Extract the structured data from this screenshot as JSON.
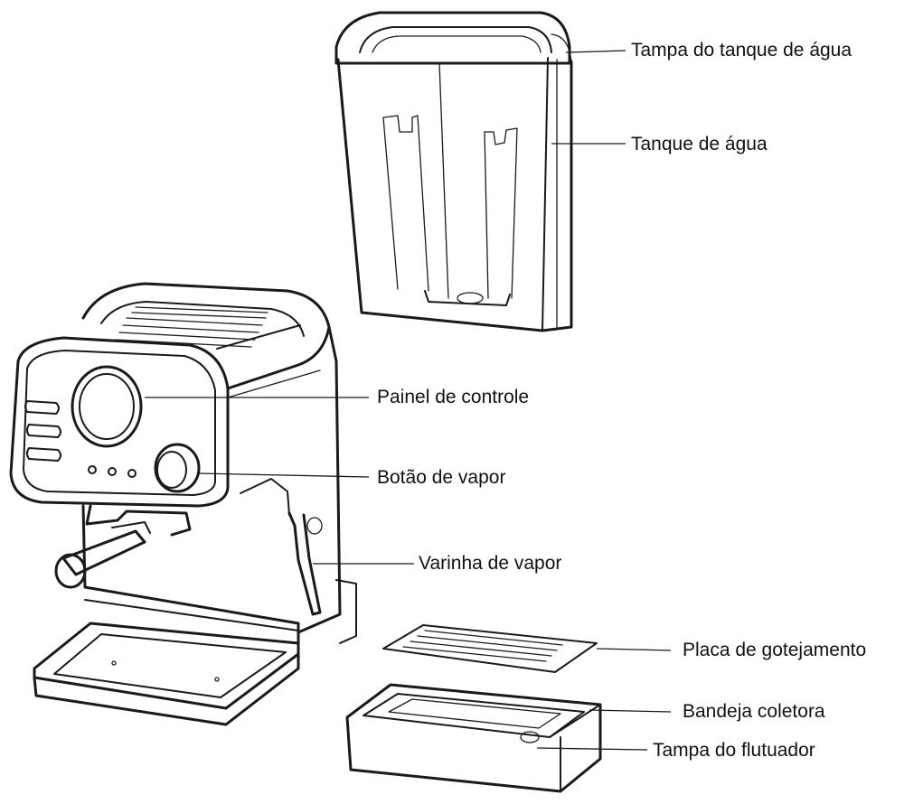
{
  "diagram": {
    "labels": {
      "water_tank_lid": "Tampa do tanque de água",
      "water_tank": "Tanque de água",
      "control_panel": "Painel de controle",
      "steam_knob": "Botão de vapor",
      "steam_wand": "Varinha de vapor",
      "drip_plate": "Placa de gotejamento",
      "drip_tray": "Bandeja coletora",
      "float_cover": "Tampa do flutuador"
    },
    "colors": {
      "line": "#1a1a1a",
      "background": "#ffffff"
    }
  }
}
